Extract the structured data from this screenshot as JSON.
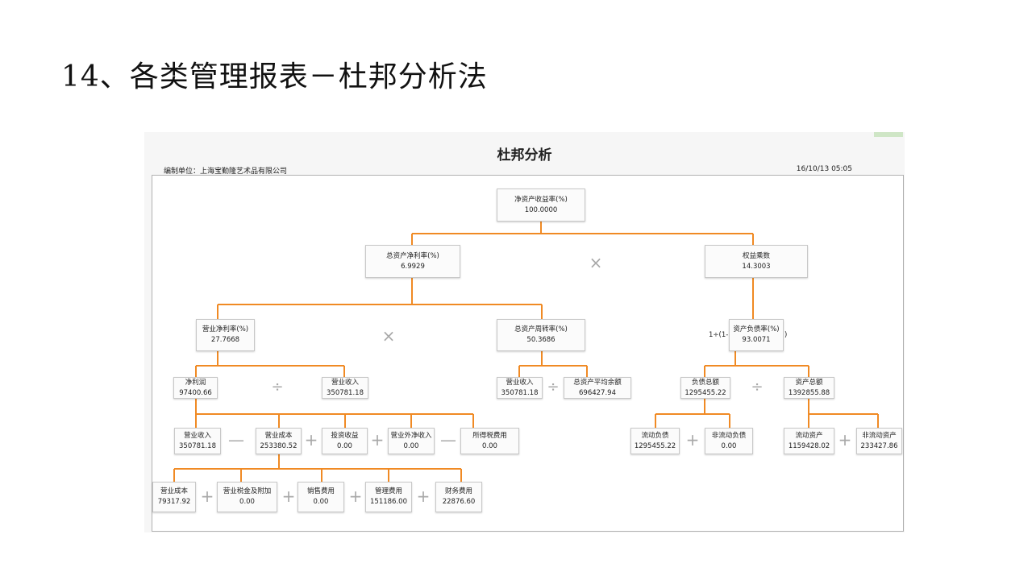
{
  "slide": {
    "title": "14、各类管理报表－杜邦分析法"
  },
  "report": {
    "title": "杜邦分析",
    "unit": "编制单位：上海宝勤隆艺术品有限公司",
    "timestamp": "16/10/13 05:05"
  },
  "nodes": {
    "roe": {
      "label": "净资产收益率(%)",
      "value": "100.0000"
    },
    "roa": {
      "label": "总资产净利率(%)",
      "value": "6.9929"
    },
    "em": {
      "label": "权益乘数",
      "value": "14.3003"
    },
    "npm": {
      "label": "营业净利率(%)",
      "value": "27.7668"
    },
    "tat": {
      "label": "总资产周转率(%)",
      "value": "50.3686"
    },
    "dr": {
      "label": "资产负债率(%)",
      "value": "93.0071"
    },
    "np": {
      "label": "净利润",
      "value": "97400.66"
    },
    "rev1": {
      "label": "营业收入",
      "value": "350781.18"
    },
    "rev2": {
      "label": "营业收入",
      "value": "350781.18"
    },
    "avga": {
      "label": "总资产平均余额",
      "value": "696427.94"
    },
    "tl": {
      "label": "负债总额",
      "value": "1295455.22"
    },
    "ta": {
      "label": "资产总额",
      "value": "1392855.88"
    },
    "rev3": {
      "label": "营业收入",
      "value": "350781.18"
    },
    "cost": {
      "label": "营业成本",
      "value": "253380.52"
    },
    "inv": {
      "label": "投资收益",
      "value": "0.00"
    },
    "noi": {
      "label": "营业外净收入",
      "value": "0.00"
    },
    "tax": {
      "label": "所得税费用",
      "value": "0.00"
    },
    "cl": {
      "label": "流动负债",
      "value": "1295455.22"
    },
    "ncl": {
      "label": "非流动负债",
      "value": "0.00"
    },
    "ca": {
      "label": "流动资产",
      "value": "1159428.02"
    },
    "nca": {
      "label": "非流动资产",
      "value": "233427.86"
    },
    "cogs": {
      "label": "营业成本",
      "value": "79317.92"
    },
    "btax": {
      "label": "营业税金及附加",
      "value": "0.00"
    },
    "sell": {
      "label": "销售费用",
      "value": "0.00"
    },
    "mgmt": {
      "label": "管理费用",
      "value": "151186.00"
    },
    "fin": {
      "label": "财务费用",
      "value": "22876.60"
    }
  },
  "operators": {
    "times": "×",
    "divide": "÷",
    "plus": "+",
    "minus": "—"
  },
  "formula": {
    "prefix": "1÷(1-",
    "suffix": ")"
  },
  "colors": {
    "connector": "#f08a24",
    "operator": "#a8a8a8",
    "node_border": "#c8c8c8"
  }
}
